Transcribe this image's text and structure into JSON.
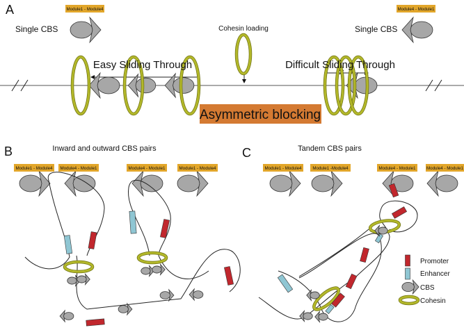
{
  "panel_a": {
    "label": "A",
    "left_tag": "Module1 - Module4",
    "right_tag": "Module4 - Module1",
    "left_single": "Single CBS",
    "right_single": "Single CBS",
    "cohesin_loading": "Cohesin loading",
    "easy": "Easy Sliding Through",
    "difficult": "Difficult Sliding Through",
    "blocking": "Asymmetric blocking"
  },
  "panel_b": {
    "label": "B",
    "title": "Inward and outward CBS pairs",
    "tags": [
      "Module1 - Module4",
      "Module4 - Module1",
      "Module4 - Module1",
      "Module1 - Module4"
    ]
  },
  "panel_c": {
    "label": "C",
    "title": "Tandem CBS pairs",
    "tags": [
      "Module1 - Module4",
      "Module1 -Module4",
      "Module4 - Module1",
      "Module4 - Module1"
    ]
  },
  "legend": {
    "promoter": "Promoter",
    "enhancer": "Enhancer",
    "cbs": "CBS",
    "cohesin": "Cohesin"
  },
  "colors": {
    "cbs": "#a7a7a7",
    "cohesin": "#b3b82a",
    "tag": "#e2a62a",
    "blocking": "#d47a32",
    "promoter": "#c1272d",
    "enhancer": "#8fc6d3"
  }
}
